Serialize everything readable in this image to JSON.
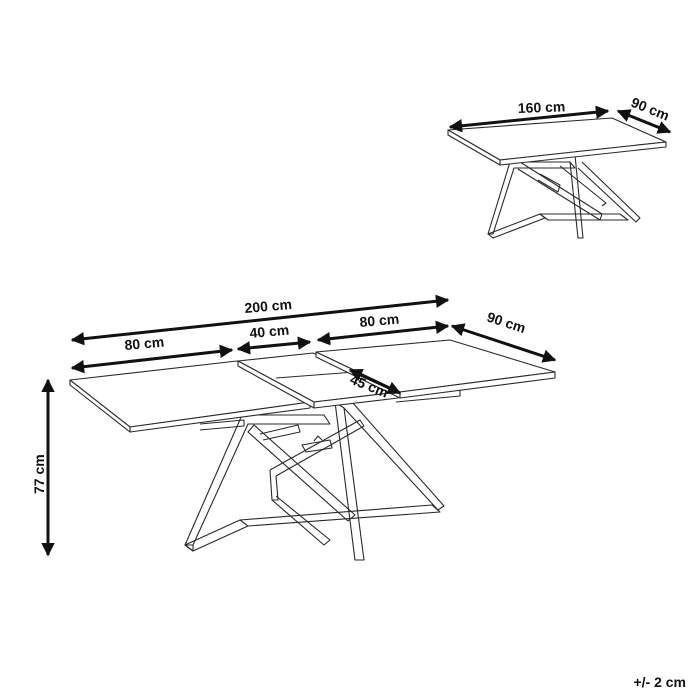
{
  "dimensions": {
    "small_length": "160 cm",
    "small_depth": "90 cm",
    "total_length": "200 cm",
    "leaf_left": "80 cm",
    "leaf_insert": "40 cm",
    "leaf_right": "80 cm",
    "depth": "90 cm",
    "insert_depth": "45 cm",
    "height": "77 cm"
  },
  "tolerance": "+/- 2 cm"
}
